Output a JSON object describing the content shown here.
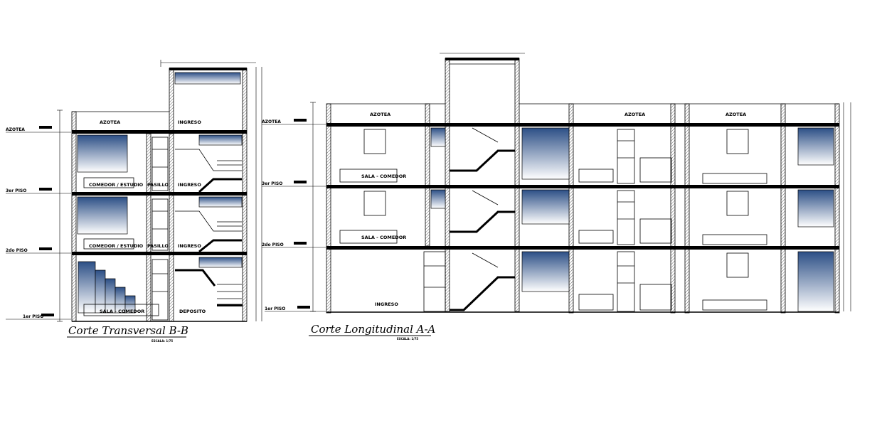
{
  "section_bb": {
    "title": "Corte Transversal B-B",
    "scale": "ESCALA: 1/75",
    "level_labels": [
      "AZOTEA",
      "3er PISO",
      "2do PISO",
      "1er PISO"
    ],
    "room_labels": {
      "roof": "AZOTEA",
      "stair_top": "INGRESO",
      "floor3_left": "COMEDOR / ESTUDIO",
      "floor3_mid": "PASILLO",
      "floor3_right": "INGRESO",
      "floor2_left": "COMEDOR / ESTUDIO",
      "floor2_mid": "PASILLO",
      "floor2_right": "INGRESO",
      "floor1_left": "SALA - COMEDOR",
      "floor1_right": "DEPOSITO"
    }
  },
  "section_aa": {
    "title": "Corte Longitudinal A-A",
    "scale": "ESCALA: 1/75",
    "level_labels": [
      "AZOTEA",
      "3er PISO",
      "2do PISO",
      "1er PISO"
    ],
    "room_labels": {
      "roof_left": "AZOTEA",
      "roof_mid": "AZOTEA",
      "roof_right": "AZOTEA",
      "floor3_living": "SALA - COMEDOR",
      "floor2_living": "SALA - COMEDOR",
      "floor1_entry": "INGRESO"
    }
  },
  "colors": {
    "line": "#000000",
    "glass_top": "#2c4f86",
    "glass_bottom": "#ffffff",
    "background": "#ffffff"
  }
}
